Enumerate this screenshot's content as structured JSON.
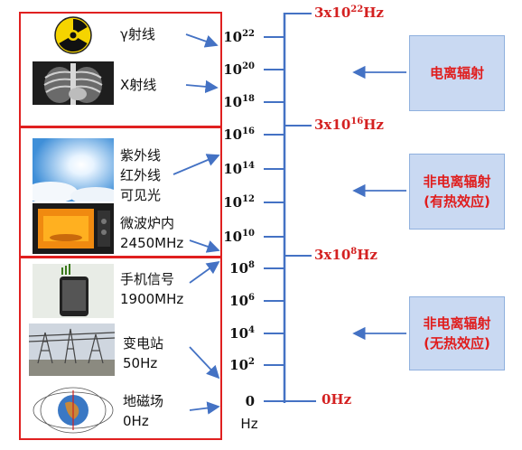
{
  "sources": [
    {
      "id": "gamma",
      "label": "γ射线"
    },
    {
      "id": "xray",
      "label": "X射线"
    },
    {
      "id": "uv",
      "lines": [
        "紫外线",
        "红外线",
        "可见光"
      ]
    },
    {
      "id": "microwave",
      "lines": [
        "微波炉内",
        "2450MHz"
      ]
    },
    {
      "id": "phone",
      "lines": [
        "手机信号",
        "1900MHz"
      ]
    },
    {
      "id": "substation",
      "lines": [
        "变电站",
        "50Hz"
      ]
    },
    {
      "id": "geomag",
      "lines": [
        "地磁场",
        "0Hz"
      ]
    }
  ],
  "axis": {
    "ticks": [
      {
        "base": "10",
        "exp": "22"
      },
      {
        "base": "10",
        "exp": "20"
      },
      {
        "base": "10",
        "exp": "18"
      },
      {
        "base": "10",
        "exp": "16"
      },
      {
        "base": "10",
        "exp": "14"
      },
      {
        "base": "10",
        "exp": "12"
      },
      {
        "base": "10",
        "exp": "10"
      },
      {
        "base": "10",
        "exp": "8"
      },
      {
        "base": "10",
        "exp": "6"
      },
      {
        "base": "10",
        "exp": "4"
      },
      {
        "base": "10",
        "exp": "2"
      },
      {
        "base": "0",
        "exp": ""
      }
    ],
    "unit": "Hz"
  },
  "markers": [
    {
      "base": "3x10",
      "exp": "22",
      "unit": "Hz"
    },
    {
      "base": "3x10",
      "exp": "16",
      "unit": "Hz"
    },
    {
      "base": "3x10",
      "exp": "8",
      "unit": "Hz"
    },
    {
      "base": "0Hz",
      "exp": "",
      "unit": ""
    }
  ],
  "categories": [
    {
      "lines": [
        "电离辐射"
      ]
    },
    {
      "lines": [
        "非电离辐射",
        "(有热效应)"
      ]
    },
    {
      "lines": [
        "非电离辐射",
        "(无热效应)"
      ]
    }
  ],
  "colors": {
    "border": "#e02020",
    "arrow": "#4472c4",
    "marker": "#d42020",
    "category_bg": "#c9d9f2",
    "axis": "#4472c4"
  },
  "icons": [
    "radiation-icon",
    "chest-xray-image",
    "sky-sun-image",
    "microwave-image",
    "phone-image",
    "substation-image",
    "earth-magnetic-field-image"
  ]
}
